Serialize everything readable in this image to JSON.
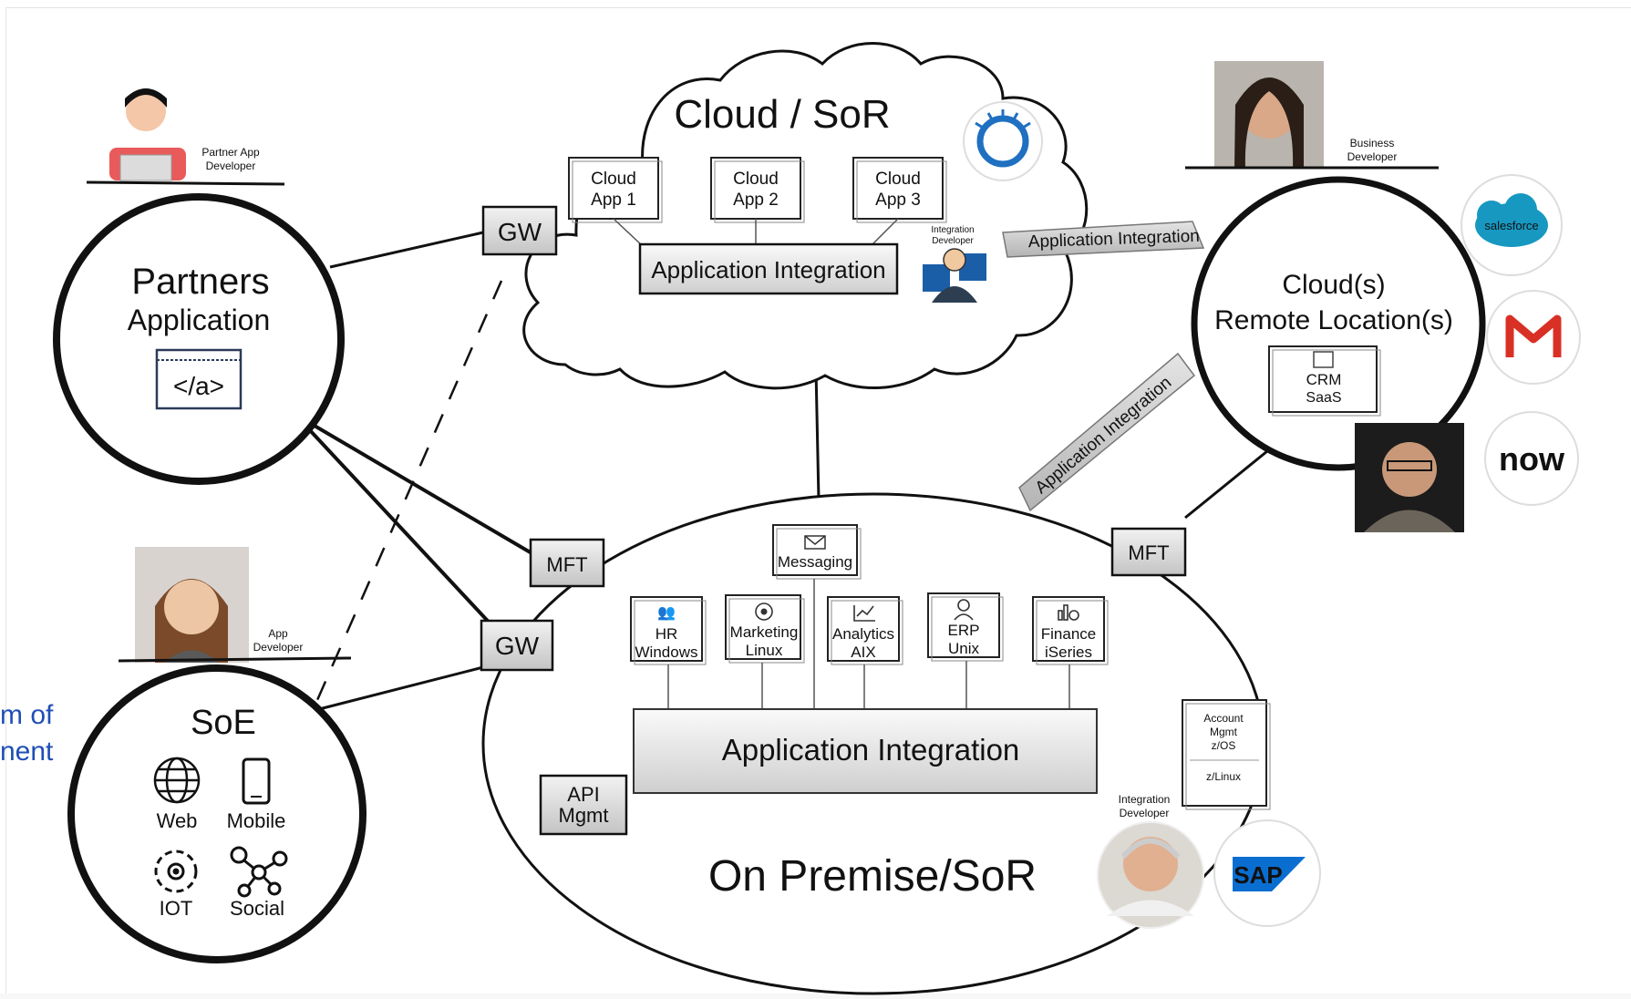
{
  "edge_text": {
    "line1": "m of",
    "line2": "nent"
  },
  "cloud": {
    "title": "Cloud / SoR",
    "apps": [
      {
        "line1": "Cloud",
        "line2": "App 1"
      },
      {
        "line1": "Cloud",
        "line2": "App 2"
      },
      {
        "line1": "Cloud",
        "line2": "App 3"
      }
    ],
    "integration_label": "Application Integration",
    "integration_developer": {
      "line1": "Integration",
      "line2": "Developer"
    }
  },
  "partners": {
    "line1": "Partners",
    "line2": "Application",
    "icon_text": "</a>",
    "developer": {
      "line1": "Partner App",
      "line2": "Developer"
    }
  },
  "remote": {
    "line1": "Cloud(s)",
    "line2": "Remote Location(s)",
    "crm": {
      "line1": "CRM",
      "line2": "SaaS"
    },
    "developer": {
      "line1": "Business",
      "line2": "Developer"
    },
    "logos": {
      "salesforce": "salesforce",
      "now": "now"
    }
  },
  "soe": {
    "title": "SoE",
    "items": [
      "Web",
      "Mobile",
      "IOT",
      "Social"
    ],
    "developer": {
      "line1": "App",
      "line2": "Developer"
    }
  },
  "premise": {
    "title": "On Premise/SoR",
    "messaging": "Messaging",
    "systems": [
      {
        "line1": "HR",
        "line2": "Windows"
      },
      {
        "line1": "Marketing",
        "line2": "Linux"
      },
      {
        "line1": "Analytics",
        "line2": "AIX"
      },
      {
        "line1": "ERP",
        "line2": "Unix"
      },
      {
        "line1": "Finance",
        "line2": "iSeries"
      }
    ],
    "integration_label": "Application Integration",
    "account": {
      "line1": "Account",
      "line2": "Mgmt",
      "line3": "z/OS",
      "line4": "z/Linux"
    },
    "integration_developer": {
      "line1": "Integration",
      "line2": "Developer"
    },
    "sap_logo": "SAP"
  },
  "gateways": {
    "gw_top": "GW",
    "gw_mid": "GW",
    "mft_left": "MFT",
    "mft_right": "MFT",
    "api_line1": "API",
    "api_line2": "Mgmt"
  },
  "banners": {
    "top": "Application Integration",
    "diagonal": "Application Integration"
  },
  "colors": {
    "link_text": "#1f4fb5",
    "salesforce": "#1798c1",
    "gmail": "#d93025",
    "now": "#d9232e",
    "sap": "#0a6ed1",
    "ibm": "#1f70c1"
  }
}
